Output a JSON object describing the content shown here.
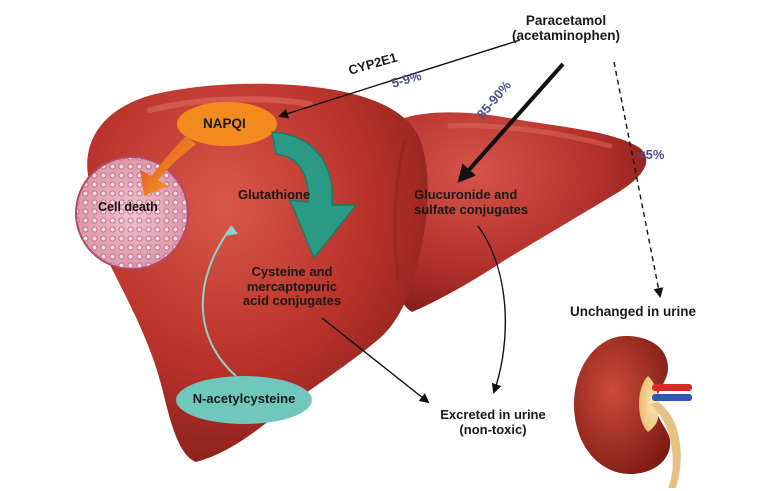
{
  "source": {
    "line1": "Paracetamol",
    "line2": "(acetaminophen)"
  },
  "enzyme": {
    "name": "CYP2E1",
    "percent": "5-9%"
  },
  "major_percent": "85-90%",
  "minor_percent": "<5%",
  "napqi": "NAPQI",
  "cell_death": "Cell death",
  "glutathione": "Glutathione",
  "cysteine": {
    "line1": "Cysteine and",
    "line2": "mercaptopuric",
    "line3": "acid conjugates"
  },
  "glucuronide": {
    "line1": "Glucuronide and",
    "line2": "sulfate conjugates"
  },
  "nac": "N-acetylcysteine",
  "excreted": {
    "line1": "Excreted in urine",
    "line2": "(non-toxic)"
  },
  "unchanged": "Unchanged in urine",
  "colors": {
    "liver": "#b8322a",
    "liver_dark": "#7e1c17",
    "napqi_orange": "#f28a1e",
    "glutathione_arrow": "#2a9a84",
    "nac_teal": "#6fc7bd",
    "percent_text": "#4e4f8f"
  }
}
